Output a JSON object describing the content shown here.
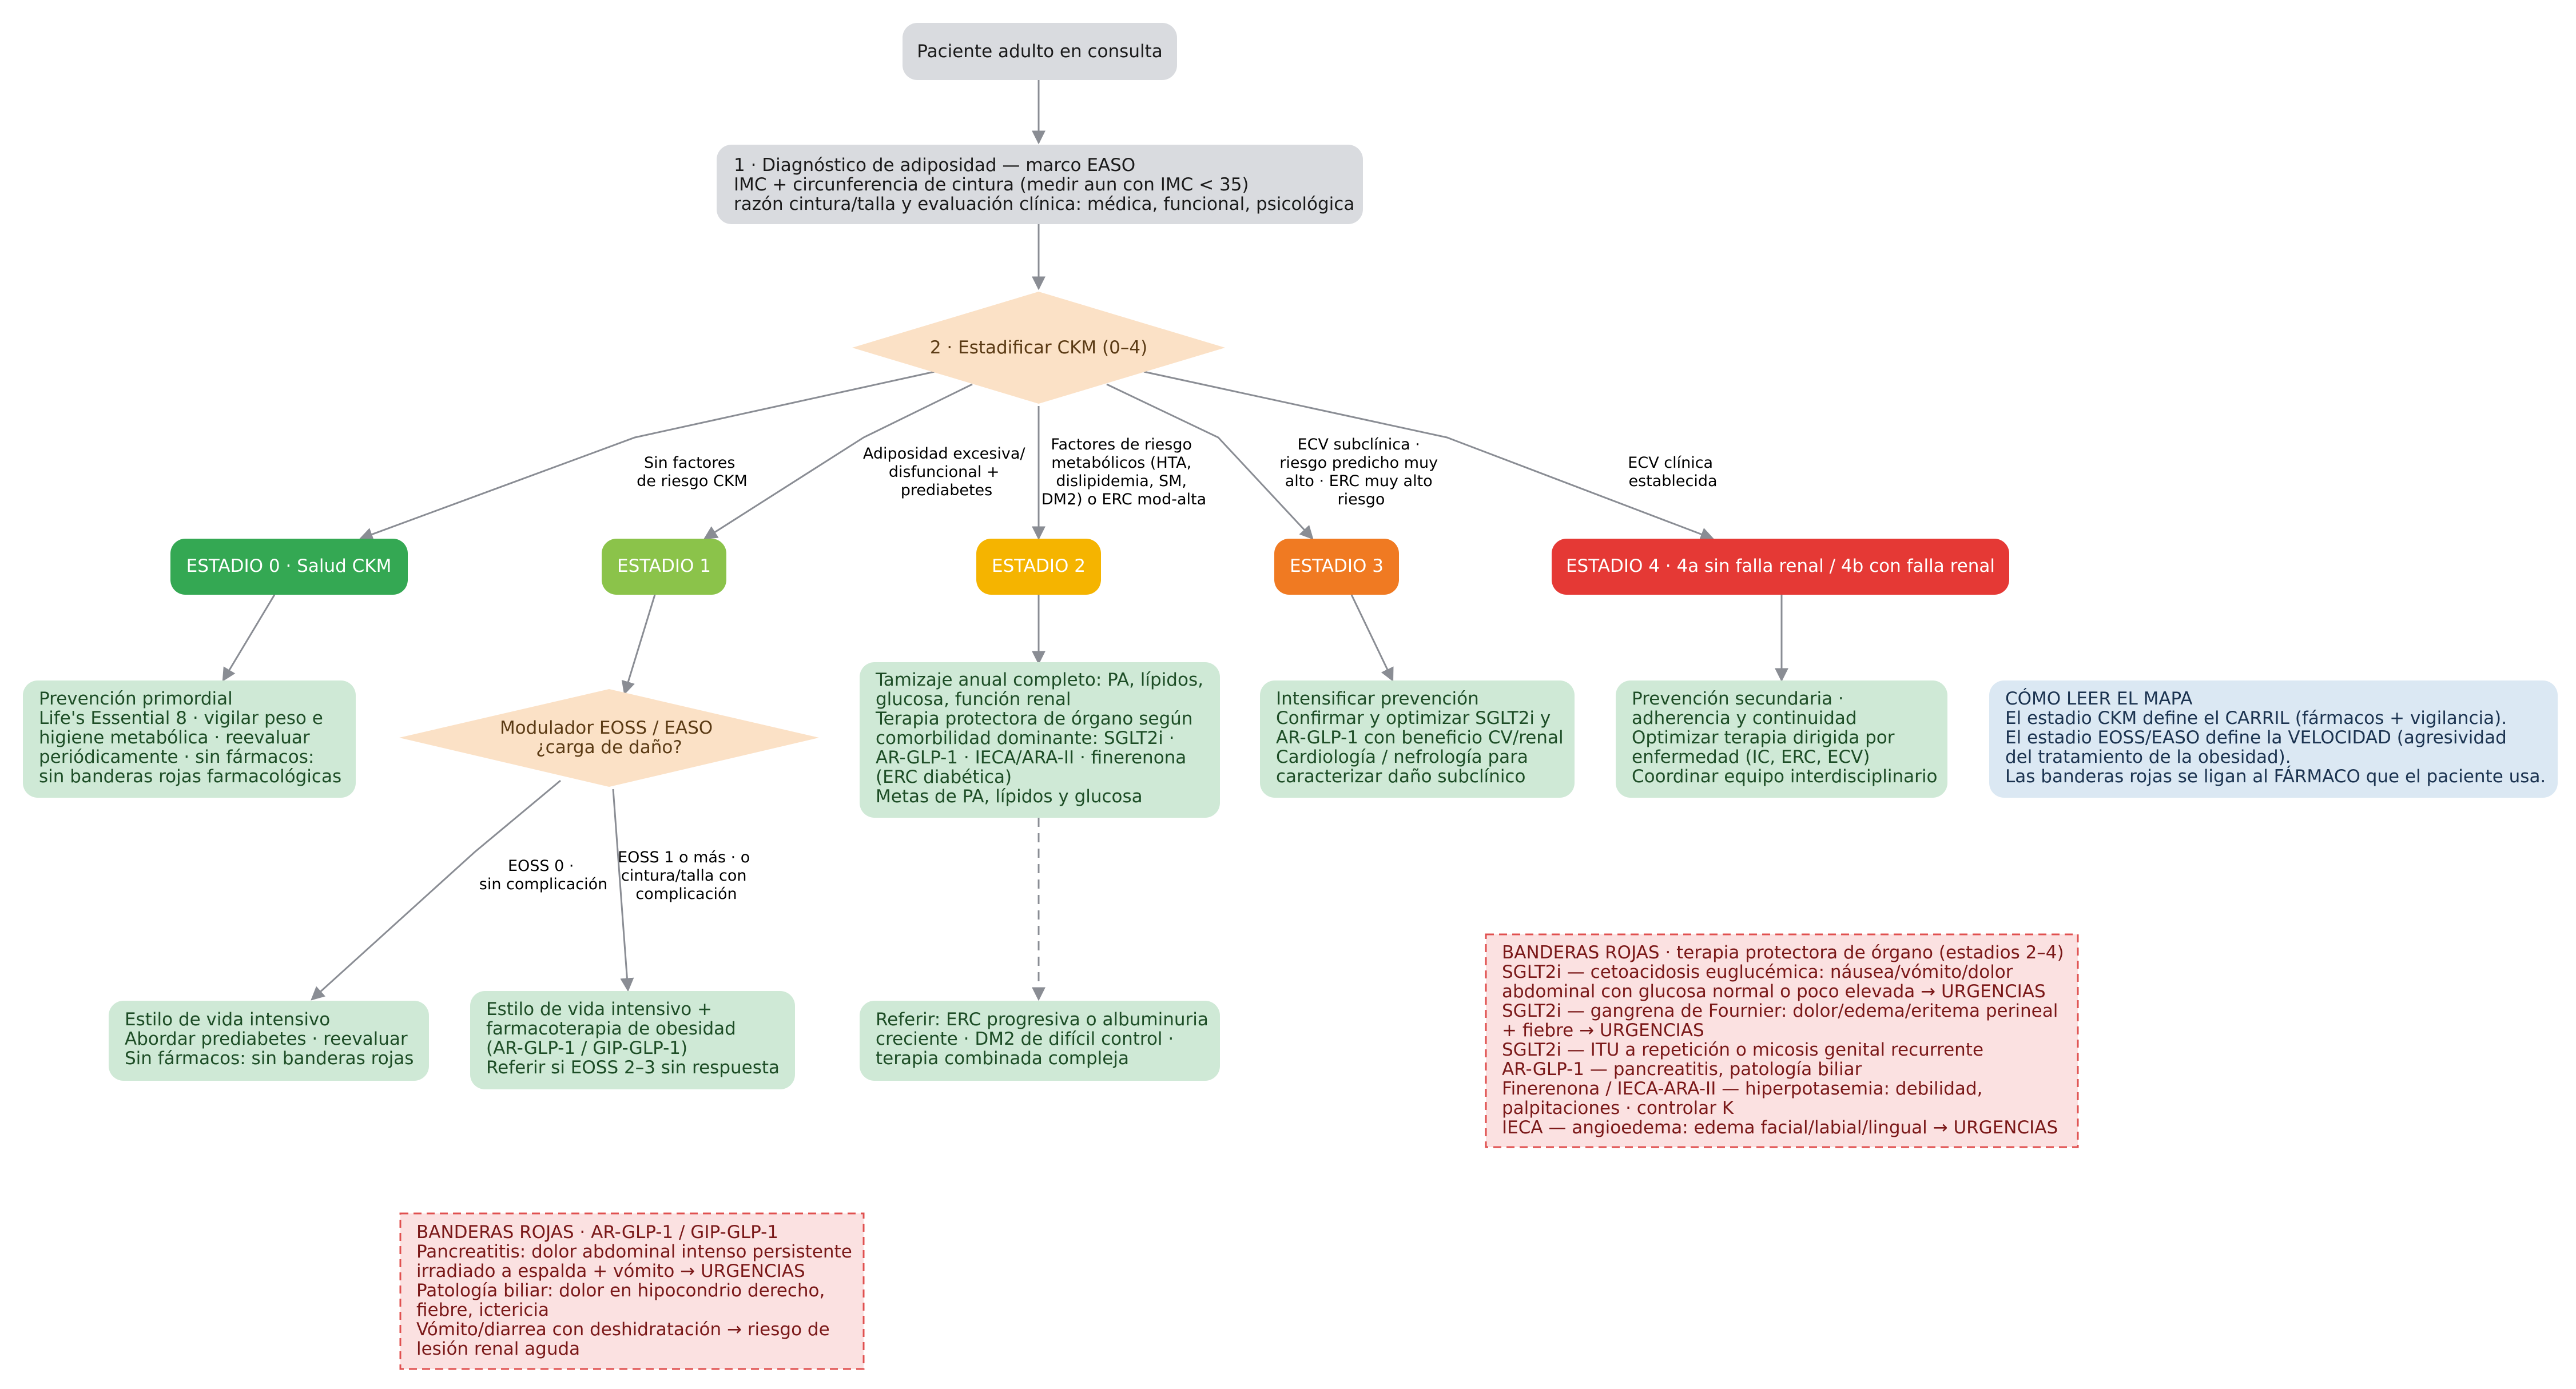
{
  "start": {
    "label": "Paciente adulto en consulta"
  },
  "step1": {
    "lines": [
      "1 · Diagnóstico de adiposidad — marco EASO",
      "IMC + circunferencia de cintura (medir aun con IMC < 35)",
      "razón cintura/talla y evaluación clínica: médica, funcional, psicológica"
    ]
  },
  "step2": {
    "label": "2 · Estadificar CKM (0–4)"
  },
  "edges": {
    "to_stage0": [
      "Sin factores",
      "de riesgo CKM"
    ],
    "to_stage1": [
      "Adiposidad excesiva/",
      "disfuncional +",
      "prediabetes"
    ],
    "to_stage2": [
      "Factores de riesgo",
      "metabólicos (HTA,",
      "dislipidemia, SM,",
      "DM2) o ERC mod-alta"
    ],
    "to_stage3": [
      "ECV subclínica ·",
      "riesgo predicho muy",
      "alto · ERC muy alto",
      "riesgo"
    ],
    "to_stage4": [
      "ECV clínica",
      "establecida"
    ],
    "eoss0": [
      "EOSS 0 ·",
      "sin complicación"
    ],
    "eoss1": [
      "EOSS 1 o más · o",
      "cintura/talla con",
      "complicación"
    ]
  },
  "stages": {
    "s0": {
      "label": "ESTADIO 0 · Salud CKM",
      "color": "#34a853"
    },
    "s1": {
      "label": "ESTADIO 1",
      "color": "#8bc34a"
    },
    "s2": {
      "label": "ESTADIO 2",
      "color": "#f5b400"
    },
    "s3": {
      "label": "ESTADIO 3",
      "color": "#f07a22"
    },
    "s4": {
      "label": "ESTADIO 4 · 4a sin falla renal / 4b con falla renal",
      "color": "#e53935"
    }
  },
  "boxes": {
    "s0_plan": [
      "Prevención primordial",
      "Life's Essential 8 · vigilar peso e",
      "higiene metabólica · reevaluar",
      "periódicamente · sin fármacos:",
      "sin banderas rojas farmacológicas"
    ],
    "eoss_diamond": [
      "Modulador EOSS / EASO",
      "¿carga de daño?"
    ],
    "eoss0_plan": [
      "Estilo de vida intensivo",
      "Abordar prediabetes · reevaluar",
      "Sin fármacos: sin banderas rojas"
    ],
    "eoss1_plan": [
      "Estilo de vida intensivo +",
      "farmacoterapia de obesidad",
      "(AR-GLP-1 / GIP-GLP-1)",
      "Referir si EOSS 2–3 sin respuesta"
    ],
    "s2_plan": [
      "Tamizaje anual completo: PA, lípidos,",
      "glucosa, función renal",
      "Terapia protectora de órgano según",
      "comorbilidad dominante: SGLT2i ·",
      "AR-GLP-1 · IECA/ARA-II · finerenona",
      "(ERC diabética)",
      "Metas de PA, lípidos y glucosa"
    ],
    "s2_refer": [
      "Referir: ERC progresiva o albuminuria",
      "creciente · DM2 de difícil control ·",
      "terapia combinada compleja"
    ],
    "s3_plan": [
      "Intensificar prevención",
      "Confirmar y optimizar SGLT2i y",
      "AR-GLP-1 con beneficio CV/renal",
      "Cardiología / nefrología para",
      "caracterizar daño subclínico"
    ],
    "s4_plan": [
      "Prevención secundaria ·",
      "adherencia y continuidad",
      "Optimizar terapia dirigida por",
      "enfermedad (IC, ERC, ECV)",
      "Coordinar equipo interdisciplinario"
    ],
    "legend": [
      "CÓMO LEER EL MAPA",
      "El estadio CKM define el CARRIL (fármacos + vigilancia).",
      "El estadio EOSS/EASO define la VELOCIDAD (agresividad",
      "del tratamiento de la obesidad).",
      "Las banderas rojas se ligan al FÁRMACO que el paciente usa."
    ],
    "red_flags_organ": [
      "BANDERAS ROJAS · terapia protectora de órgano (estadios 2–4)",
      "SGLT2i — cetoacidosis euglucémica: náusea/vómito/dolor",
      "abdominal con glucosa normal o poco elevada → URGENCIAS",
      "SGLT2i — gangrena de Fournier: dolor/edema/eritema perineal",
      "+ fiebre → URGENCIAS",
      "SGLT2i — ITU a repetición o micosis genital recurrente",
      "AR-GLP-1 — pancreatitis, patología biliar",
      "Finerenona / IECA-ARA-II — hiperpotasemia: debilidad,",
      "palpitaciones · controlar K",
      "IECA — angioedema: edema facial/labial/lingual → URGENCIAS"
    ],
    "red_flags_glp": [
      "BANDERAS ROJAS · AR-GLP-1 / GIP-GLP-1",
      "Pancreatitis: dolor abdominal intenso persistente",
      "irradiado a espalda + vómito → URGENCIAS",
      "Patología biliar: dolor en hipocondrio derecho,",
      "fiebre, ictericia",
      "Vómito/diarrea con deshidratación → riesgo de",
      "lesión renal aguda"
    ]
  },
  "colors": {
    "gray_box": "#d9dbdf",
    "green_box": "#cfe9d6",
    "blue_box": "#dbe8f3",
    "red_box": "#fbe1e1",
    "red_border": "#e0504f",
    "diamond": "#fbe1c6",
    "edge": "#8a8d94"
  }
}
